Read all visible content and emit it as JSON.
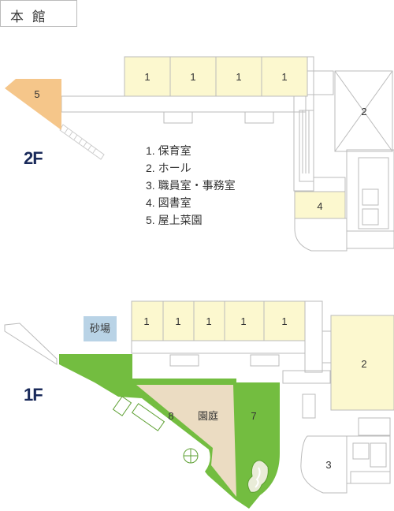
{
  "title": "本 館",
  "floors": {
    "upper": "2F",
    "lower": "1F"
  },
  "legend": [
    "1. 保育室",
    "2. ホール",
    "3. 職員室・事務室",
    "4. 図書室",
    "5. 屋上菜園"
  ],
  "upper_rooms": {
    "nursery": [
      "1",
      "1",
      "1",
      "1"
    ],
    "hall": "2",
    "library": "4",
    "rooftop_garden": "5"
  },
  "lower_rooms": {
    "nursery": [
      "1",
      "1",
      "1",
      "1",
      "1"
    ],
    "hall": "2",
    "office": "3",
    "sandbox": "砂場",
    "yard_left": "8",
    "yard_center": "園庭",
    "yard_right": "7"
  },
  "colors": {
    "nursery": "#fcf8cf",
    "rooftop": "#f5c68a",
    "yard_green": "#73bd40",
    "yard_sand": "#ebdcc2",
    "sandbox": "#b9d3e6",
    "wall": "#bbbbbb"
  }
}
